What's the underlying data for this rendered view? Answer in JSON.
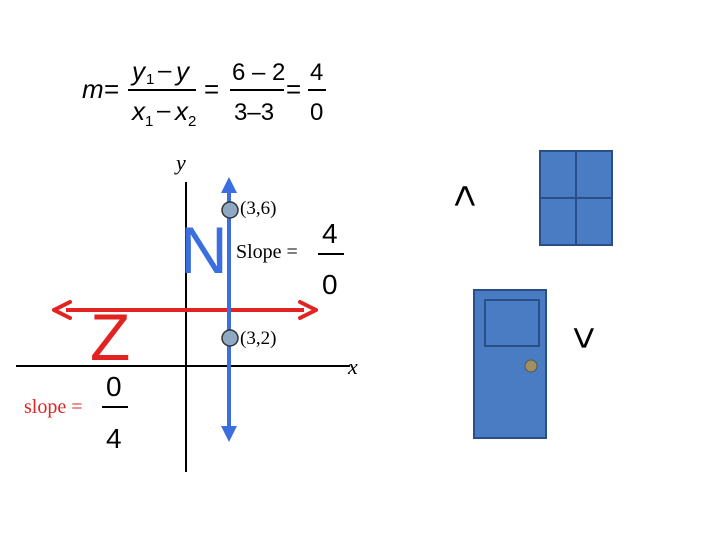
{
  "formula": {
    "lhs": "m=",
    "y1": "y",
    "y1_sub": "1",
    "minus1": "–",
    "y2": "y",
    "x1": "x",
    "x1_sub": "1",
    "minus2": "–",
    "x2": "x",
    "x2_sub": "2",
    "eq1": "=",
    "num2": "6 – 2",
    "den2": "3–3",
    "eq2": "=",
    "num3": "4",
    "den3": "0"
  },
  "axes": {
    "x_label": "x",
    "y_label": "y"
  },
  "points": {
    "top": "(3,6)",
    "bottom": "(3,2)"
  },
  "vertical_line": {
    "letter": "N",
    "slope_label": "Slope =",
    "num": "4",
    "den": "0"
  },
  "horizontal_line": {
    "letter": "Z",
    "slope_label": "slope =",
    "num": "0",
    "den": "4"
  },
  "symbols": {
    "greater": ">",
    "less": "<"
  },
  "colors": {
    "blue": "#3b6fe0",
    "red": "#e32222",
    "shape_fill": "#4a7cc4",
    "knob": "#a09060"
  },
  "icons": {
    "window": "window-icon",
    "door": "door-icon"
  }
}
